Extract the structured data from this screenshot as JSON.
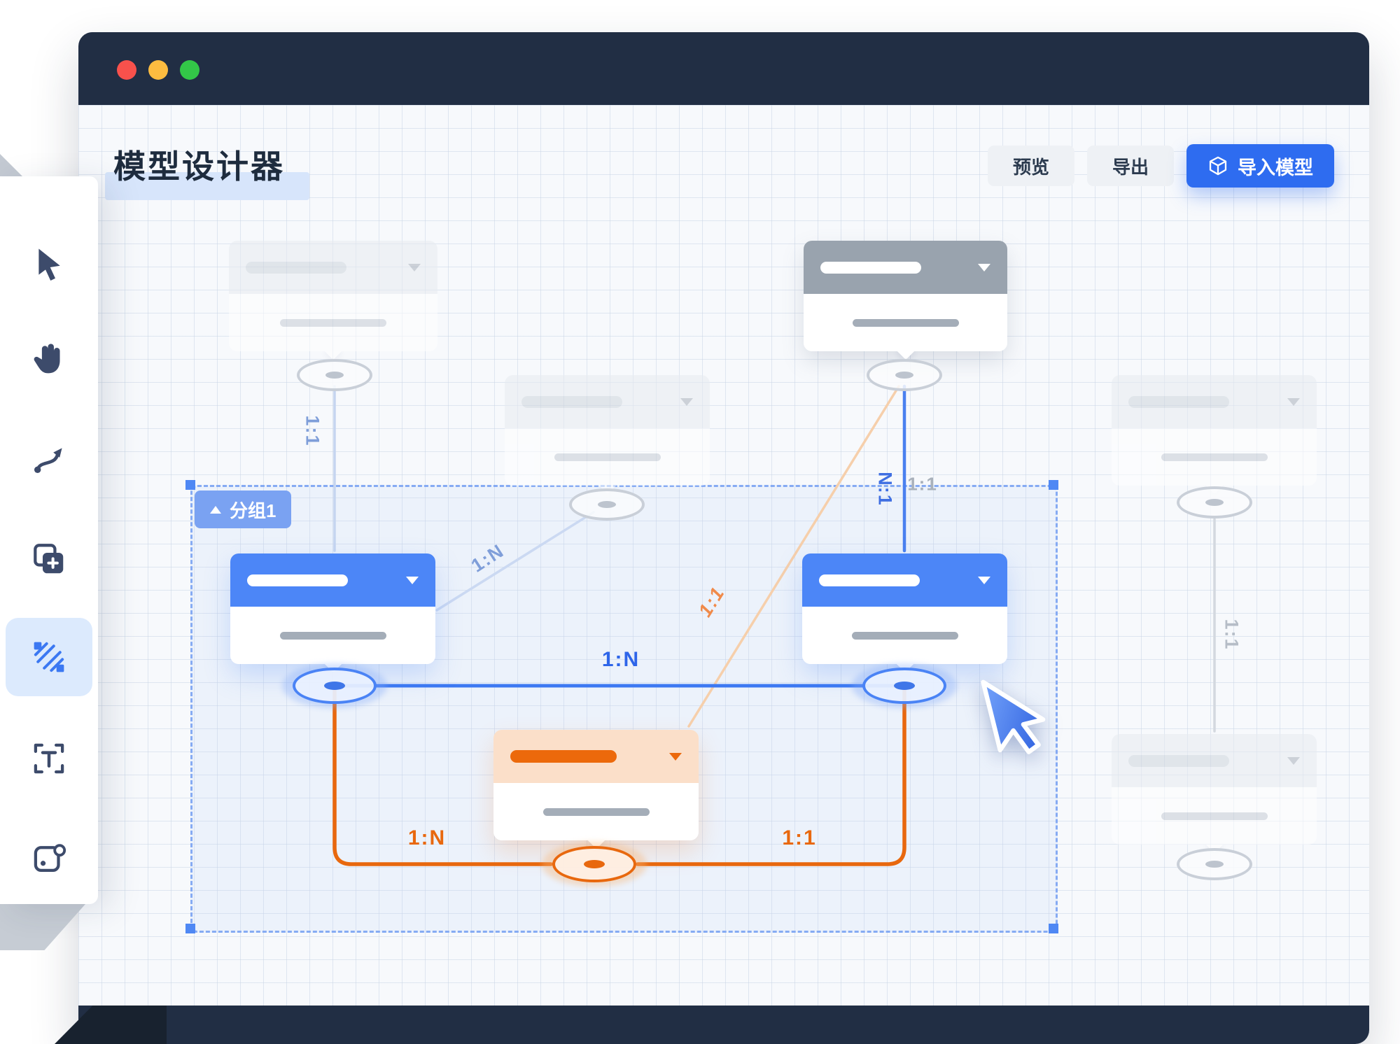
{
  "window": {
    "traffic_lights": [
      {
        "name": "close",
        "color": "#f8514c"
      },
      {
        "name": "minimize",
        "color": "#fdbc40"
      },
      {
        "name": "maximize",
        "color": "#33c748"
      }
    ]
  },
  "header": {
    "title": "模型设计器",
    "preview_label": "预览",
    "export_label": "导出",
    "import_label": "导入模型"
  },
  "toolbar": {
    "tools": [
      {
        "name": "select-cursor",
        "icon": "cursor-icon",
        "active": false
      },
      {
        "name": "pan-hand",
        "icon": "hand-icon",
        "active": false
      },
      {
        "name": "connector",
        "icon": "connector-icon",
        "active": false
      },
      {
        "name": "add-node",
        "icon": "add-node-icon",
        "active": false
      },
      {
        "name": "slice-select",
        "icon": "slice-icon",
        "active": true
      },
      {
        "name": "text-select",
        "icon": "text-select-icon",
        "active": false
      },
      {
        "name": "frame-tool",
        "icon": "frame-icon",
        "active": false
      }
    ]
  },
  "canvas": {
    "group_label": "分组1",
    "edges": {
      "left_vertical": "1:1",
      "blue_diagonal": "1:N",
      "center_vertical": "N:1",
      "center_vertical_secondary": "1:1",
      "orange_diagonal": "1:1",
      "blue_horizontal": "1:N",
      "orange_bottom_left": "1:N",
      "orange_bottom_right": "1:1",
      "right_vertical": "1:1"
    }
  },
  "icons": {
    "toolbar": [
      "cursor",
      "hand",
      "connector",
      "add-node",
      "slice",
      "text-select",
      "frame"
    ],
    "import_button": "cube",
    "group_label": "triangle-up",
    "overlay": "mouse-pointer"
  },
  "colors": {
    "titlebar_navy": "#212e44",
    "accent_blue": "#2e6cf0",
    "node_blue": "#4c86f7",
    "accent_orange": "#e8680e",
    "selection_blue": "#86abf3",
    "canvas_bg": "#f7f9fc"
  }
}
